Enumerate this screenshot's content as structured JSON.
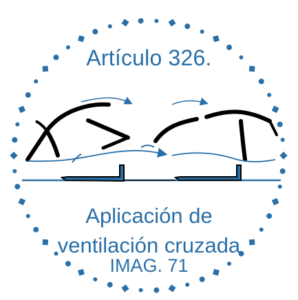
{
  "figure": {
    "article_heading": "Artículo 326.",
    "caption_line1": "Aplicación de",
    "caption_line2": "ventilación cruzada",
    "image_number": "IMAG. 71"
  },
  "colors": {
    "accent": "#2a6fa8",
    "ink": "#000000",
    "background": "#ffffff"
  },
  "icons": {
    "border": "dotted-circle-border",
    "diagram": "cross-ventilation-section"
  }
}
